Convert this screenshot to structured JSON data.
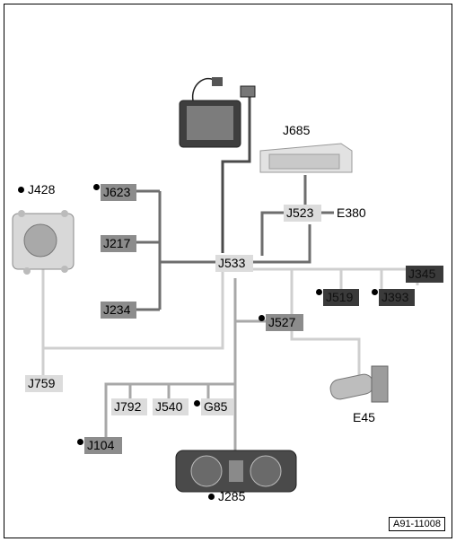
{
  "labels": {
    "J685": "J685",
    "J428": "J428",
    "J623": "J623",
    "J217": "J217",
    "J234": "J234",
    "J523": "J523",
    "E380": "E380",
    "J533": "J533",
    "J345": "J345",
    "J519": "J519",
    "J393": "J393",
    "J527": "J527",
    "J759": "J759",
    "J792": "J792",
    "J540": "J540",
    "G85": "G85",
    "E45": "E45",
    "J104": "J104",
    "J285": "J285"
  },
  "reference": "A91-11008"
}
